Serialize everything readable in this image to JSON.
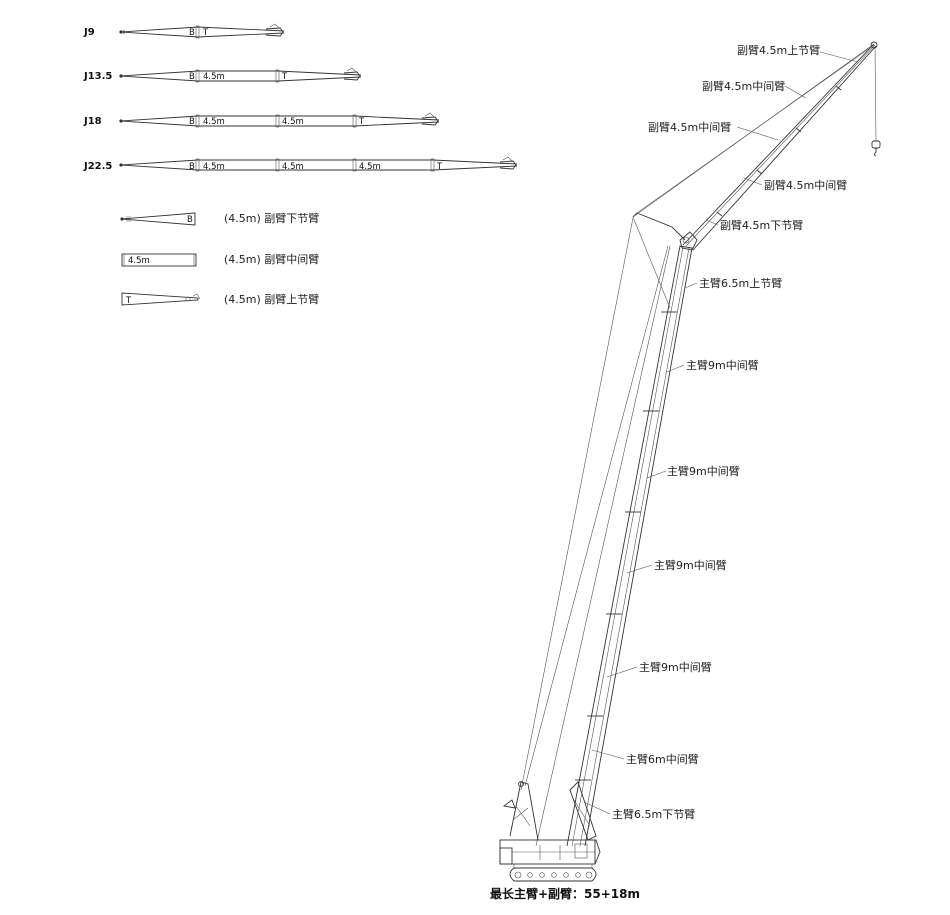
{
  "configs": [
    {
      "name": "J9",
      "segments": [
        "B",
        "T"
      ]
    },
    {
      "name": "J13.5",
      "segments": [
        "B",
        "4.5m",
        "T"
      ]
    },
    {
      "name": "J18",
      "segments": [
        "B",
        "4.5m",
        "4.5m",
        "T"
      ]
    },
    {
      "name": "J22.5",
      "segments": [
        "B",
        "4.5m",
        "4.5m",
        "4.5m",
        "T"
      ]
    }
  ],
  "legend": [
    {
      "marker": "B",
      "label": "(4.5m) 副臂下节臂"
    },
    {
      "marker": "4.5m",
      "label": "(4.5m) 副臂中间臂"
    },
    {
      "marker": "T",
      "label": "(4.5m) 副臂上节臂"
    }
  ],
  "crane_labels": [
    "副臂4.5m上节臂",
    "副臂4.5m中间臂",
    "副臂4.5m中间臂",
    "副臂4.5m中间臂",
    "副臂4.5m下节臂",
    "主臂6.5m上节臂",
    "主臂9m中间臂",
    "主臂9m中间臂",
    "主臂9m中间臂",
    "主臂9m中间臂",
    "主臂6m中间臂",
    "主臂6.5m下节臂"
  ],
  "caption": "最长主臂+副臂：55+18m"
}
